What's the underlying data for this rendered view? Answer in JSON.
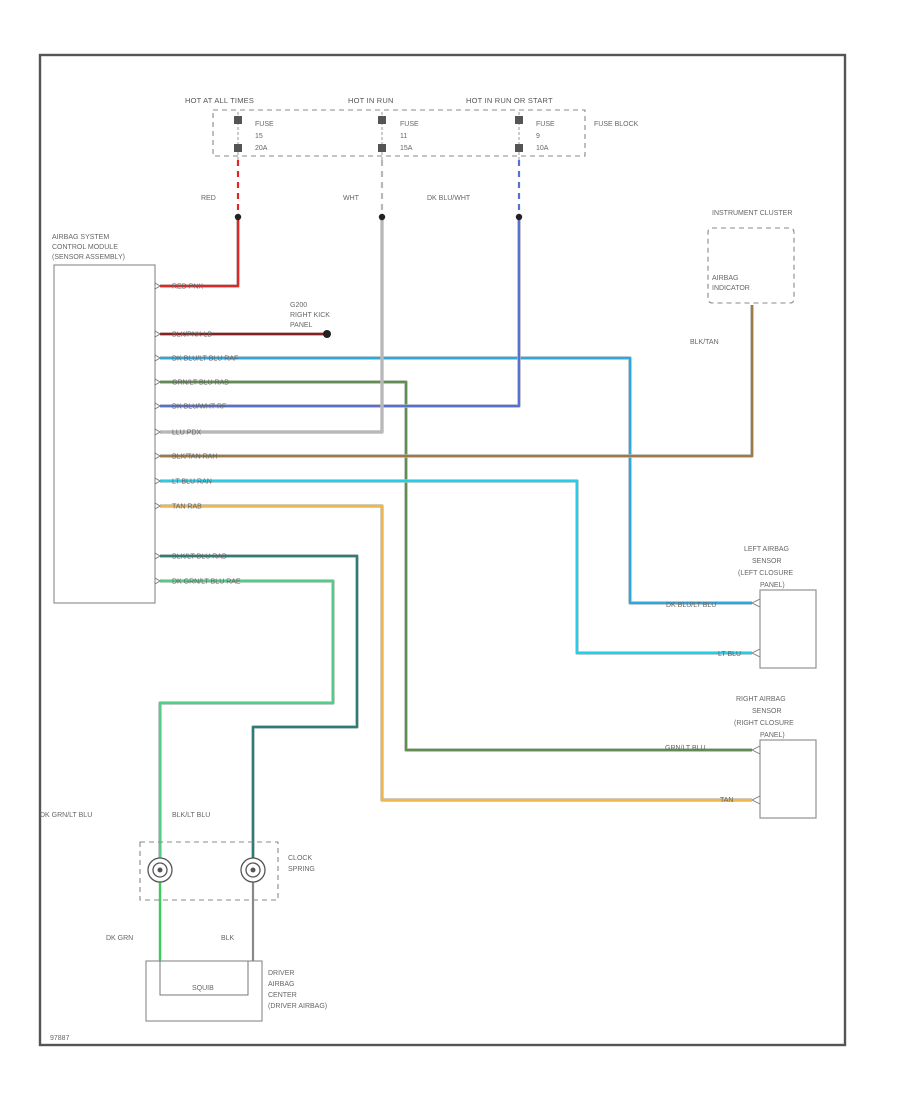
{
  "header": {
    "hot_all_times": "HOT AT ALL TIMES",
    "hot_in_run": "HOT IN RUN",
    "hot_in_run_start": "HOT IN RUN OR START",
    "fuse_block": "FUSE BLOCK"
  },
  "fuses": [
    {
      "label": "FUSE",
      "number": "15",
      "rating": "20A"
    },
    {
      "label": "FUSE",
      "number": "11",
      "rating": "15A"
    },
    {
      "label": "FUSE",
      "number": "9",
      "rating": "10A"
    }
  ],
  "feed_wires": {
    "red": "RED",
    "wht": "WHT",
    "dk_blu_wht": "DK BLU/WHT"
  },
  "control_module": {
    "title": "AIRBAG SYSTEM CONTROL MODULE (SENSOR ASSEMBLY)"
  },
  "ground": {
    "label": "G200 RIGHT KICK PANEL"
  },
  "module_pins": [
    {
      "label": "RED  PNK",
      "color": "#e02626"
    },
    {
      "label": "BLK/PNK  LB",
      "color": "#8a1f1f"
    },
    {
      "label": "DK BLU/LT BLU  RAF",
      "color": "#2aa9e0"
    },
    {
      "label": "GRN/LT BLU  RAB",
      "color": "#5f8f4e"
    },
    {
      "label": "DK BLU/WHT  RF",
      "color": "#5870d2"
    },
    {
      "label": "LLU PDX",
      "color": "#b8b8b8"
    },
    {
      "label": "BLK/TAN  RAH",
      "color": "#9e7b45"
    },
    {
      "label": "LT BLU  RAN",
      "color": "#20d0e8"
    },
    {
      "label": "TAN  RAB",
      "color": "#f0b64a"
    },
    {
      "label": "BLK/LT BLU  RAD",
      "color": "#2b7e78"
    },
    {
      "label": "DK GRN/LT BLU  RAE",
      "color": "#4fcf86"
    }
  ],
  "instrument_cluster": {
    "title": "INSTRUMENT CLUSTER",
    "indicator": "AIRBAG INDICATOR",
    "wire": "BLK/TAN"
  },
  "left_sensor": {
    "title": "LEFT AIRBAG SENSOR (LEFT CLOSURE PANEL)",
    "wire1": "DK BLU/LT BLU",
    "wire2": "LT BLU"
  },
  "right_sensor": {
    "title": "RIGHT AIRBAG SENSOR (RIGHT CLOSURE PANEL)",
    "wire1": "GRN/LT BLU",
    "wire2": "TAN"
  },
  "clockspring": {
    "title": "CLOCK SPRING",
    "wire_left": "DK GRN/LT BLU",
    "wire_right": "BLK/LT BLU",
    "out_left": "DK GRN",
    "out_right": "BLK"
  },
  "driver_airbag": {
    "title": "DRIVER AIRBAG CENTER (DRIVER AIRBAG)",
    "inner": "SQUIB"
  },
  "figure_id": "97887"
}
